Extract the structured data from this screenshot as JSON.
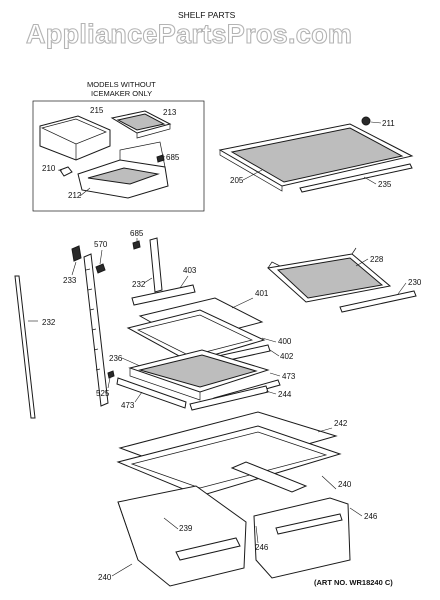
{
  "watermark": "AppliancePartsPros.com",
  "diagram_title": "SHELF PARTS",
  "inset_title_line1": "MODELS WITHOUT",
  "inset_title_line2": "ICEMAKER ONLY",
  "art_number": "(ART NO. WR18240 C)",
  "callouts": {
    "c215": "215",
    "c213": "213",
    "c210": "210",
    "c685a": "685",
    "c212": "212",
    "c211": "211",
    "c205": "205",
    "c235": "235",
    "c685b": "685",
    "c570": "570",
    "c233": "233",
    "c232a": "232",
    "c232b": "232",
    "c403": "403",
    "c401": "401",
    "c400": "400",
    "c402": "402",
    "c236": "236",
    "c473a": "473",
    "c525": "525",
    "c473b": "473",
    "c244": "244",
    "c228": "228",
    "c230": "230",
    "c242": "242",
    "c240a": "240",
    "c246a": "246",
    "c239": "239",
    "c246b": "246",
    "c240b": "240"
  }
}
